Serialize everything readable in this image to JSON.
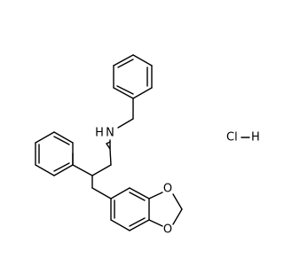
{
  "molecule": {
    "atoms": {
      "nitrogen": "N",
      "nitrogen_h": "H",
      "oxygen_top": "O",
      "oxygen_bottom": "O"
    },
    "salt": {
      "chlorine": "Cl",
      "bond": "—",
      "hydrogen": "H"
    }
  }
}
